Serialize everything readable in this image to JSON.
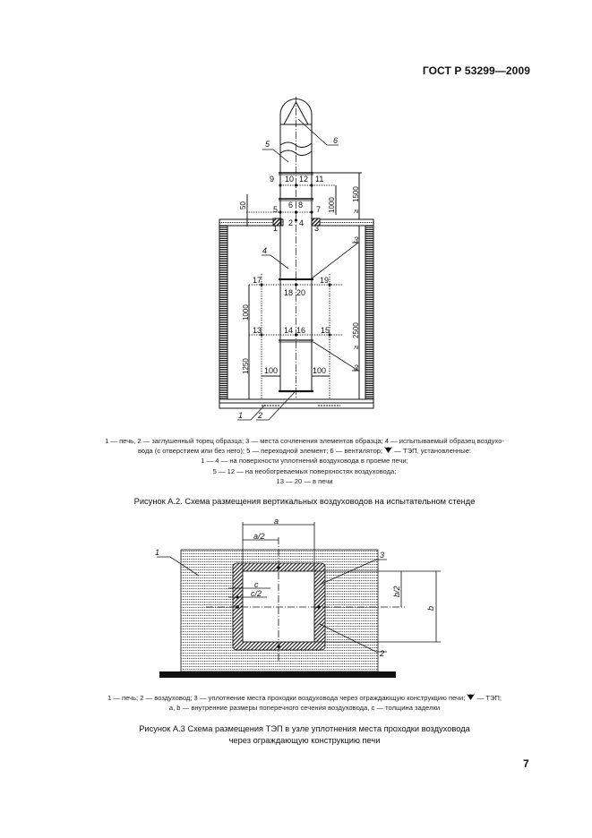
{
  "header": {
    "standard": "ГОСТ Р 53299—2009"
  },
  "figure_a2": {
    "labels": {
      "callouts": [
        "1",
        "2",
        "3",
        "3",
        "4",
        "5",
        "6"
      ],
      "points_top": [
        "9",
        "10",
        "12",
        "11"
      ],
      "points_mid": [
        "5",
        "6",
        "8",
        "7"
      ],
      "points_seal": [
        "1",
        "2",
        "4",
        "3"
      ],
      "points_upper_furnace": [
        "17",
        "18",
        "20",
        "19"
      ],
      "points_lower_furnace": [
        "13",
        "14",
        "16",
        "15"
      ]
    },
    "dimensions": {
      "d50": "50",
      "d1000_top": "1000",
      "d1500": "≥ 1500",
      "d2500": "≥ 2500",
      "d1000_left": "1000",
      "d1250": "1250",
      "d100_left": "100",
      "d100_right": "100"
    },
    "legend": {
      "line1": "1 — печь, 2 — заглушенный торец образца; 3 — места сочленения элементов образца; 4 — испытываемый образец воздухо-",
      "line2a": "вода (с отверстием или без него); 5 — переходной элемент; 6 — вентилятор;",
      "line2b": "— ТЭП, установленные:",
      "line3": "1 — 4 — на поверхности уплотнений воздуховода в проеме печи;",
      "line4": "5 — 12 — на необогреваемых поверхностях воздуховода;",
      "line5": "13 — 20 — в печи"
    },
    "caption": "Рисунок А.2. Схема размещения вертикальных воздуховодов на испытательном стенде"
  },
  "figure_a3": {
    "labels": {
      "c1": "1",
      "c2": "2",
      "c3": "3"
    },
    "dimensions": {
      "a": "a",
      "a_half": "a/2",
      "b": "b",
      "b_half": "b/2",
      "c": "c",
      "c_half": "c/2"
    },
    "legend": {
      "line1a": "1 — печь; 2 — воздуховод; 3 — уплотнение места проходки воздуховода через ограждающую конструкцию печи;",
      "line1b": "— ТЭП;",
      "line2": "a, b — внутренние размеры поперечного сечения воздуховода, c — толщина заделки"
    },
    "caption_line1": "Рисунок А.3 Схема размещения ТЭП в узле уплотнения места проходки воздуховода",
    "caption_line2": "через ограждающую конструкцию печи"
  },
  "page": {
    "number": "7"
  }
}
